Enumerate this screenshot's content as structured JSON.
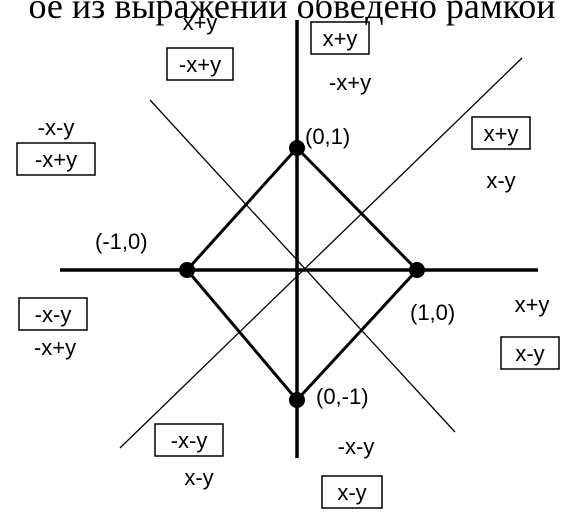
{
  "header_text": "ое из выражений обведено рамкой",
  "points": {
    "top": "(0,1)",
    "left": "(-1,0)",
    "right": "(1,0)",
    "bottom": "(0,-1)"
  },
  "regions": {
    "top_left": {
      "upper": "x+y",
      "boxed": "-x+y"
    },
    "top_right": {
      "boxed": "x+y",
      "lower": "-x+y"
    },
    "left_upper": {
      "upper": "-x-y",
      "boxed": "-x+y"
    },
    "right_upper": {
      "boxed": "x+y",
      "lower": "x-y"
    },
    "left_lower": {
      "boxed": "-x-y",
      "lower": "-x+y"
    },
    "right_lower": {
      "upper": "x+y",
      "boxed": "x-y"
    },
    "bottom_left": {
      "boxed": "-x-y",
      "lower": "x-y"
    },
    "bottom_right": {
      "upper": "-x-y",
      "boxed": "x-y"
    }
  }
}
